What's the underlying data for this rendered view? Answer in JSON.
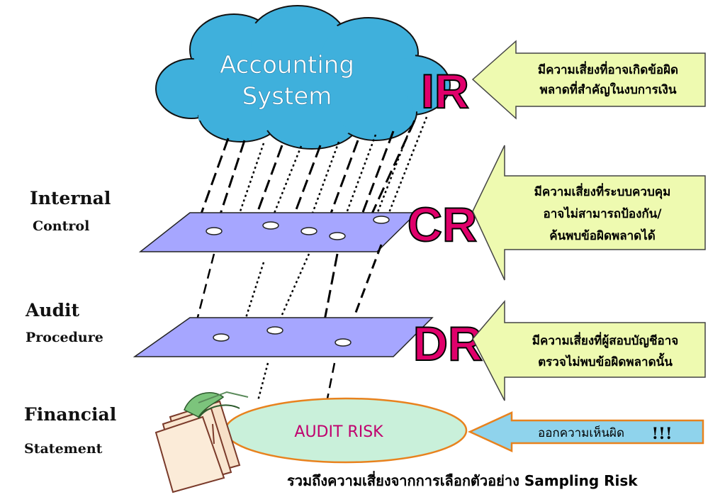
{
  "cloud": {
    "line1": "Accounting",
    "line2": "System"
  },
  "levels": {
    "internal": {
      "line1": "Internal",
      "line2": "Control"
    },
    "audit": {
      "line1": "Audit",
      "line2": "Procedure"
    },
    "financial": {
      "line1": "Financial",
      "line2": "Statement"
    }
  },
  "risks": {
    "ir": {
      "code": "IR",
      "desc_line1": "มีความเสี่ยงที่อาจเกิดข้อผิด",
      "desc_line2": "พลาดที่สำคัญในงบการเงิน"
    },
    "cr": {
      "code": "CR",
      "desc_line1": "มีความเสี่ยงที่ระบบควบคุม",
      "desc_line2": "อาจไม่สามารถป้องกัน/",
      "desc_line3": "ค้นพบข้อผิดพลาดได้"
    },
    "dr": {
      "code": "DR",
      "desc_line1": "มีความเสี่ยงที่ผู้สอบบัญชีอาจ",
      "desc_line2": "ตรวจไม่พบข้อผิดพลาดนั้น"
    }
  },
  "audit_risk": {
    "label": "AUDIT RISK",
    "arrow_text": "ออกความเห็นผิด",
    "exclaim": "!!!"
  },
  "footer_note": "รวมถึงความเสี่ยงจากการเลือกตัวอย่าง Sampling Risk",
  "colors": {
    "cloud": "#3FB0DC",
    "plane": "#A6A6FF",
    "callout": "#EEFAB0",
    "risk_code": "#E0006B",
    "audit_ellipse": "#C9F0DA",
    "audit_ellipse_border": "#E8821E",
    "audit_risk_text": "#C0006E",
    "bottom_arrow": "#8FD3EC",
    "bottom_arrow_border": "#E8821E"
  },
  "icons": {
    "documents": "papers-icon"
  }
}
